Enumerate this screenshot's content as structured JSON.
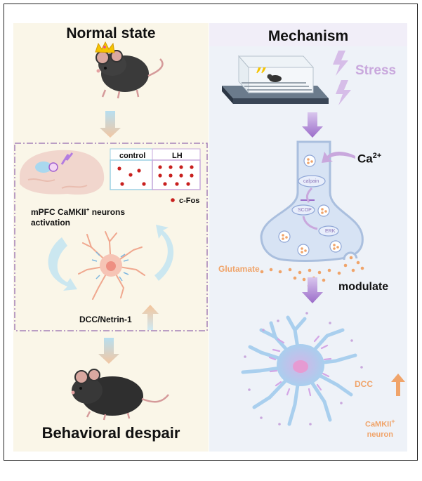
{
  "left": {
    "title": "Normal state",
    "bottom_title": "Behavioral despair",
    "panel_color": "#faf6e8",
    "box": {
      "control_label": "control",
      "lh_label": "LH",
      "legend_label": "c-Fos",
      "dot_color": "#c8201e",
      "activation_label_line1": "mPFC CaMKII",
      "activation_label_sup": "+",
      "activation_label_after": " neurons",
      "activation_label_line2": "activation",
      "molecule_label": "DCC/Netrin-1"
    }
  },
  "right": {
    "title": "Mechanism",
    "panel_color": "#eef2f8",
    "stress_label": "Stress",
    "ion_label": "Ca",
    "ion_charge": "2+",
    "calpain_label": "calpain",
    "scop_label": "SCOP",
    "erk_label": "ERK",
    "transmitter_label": "Glutamate",
    "action_label": "modulate",
    "target_label": "DCC",
    "neuron_label_line1": "CaMKII",
    "neuron_label_sup": "+",
    "neuron_label_line2": "neuron",
    "accent_purple": "#c9a8dd",
    "accent_orange": "#f0a46a"
  }
}
